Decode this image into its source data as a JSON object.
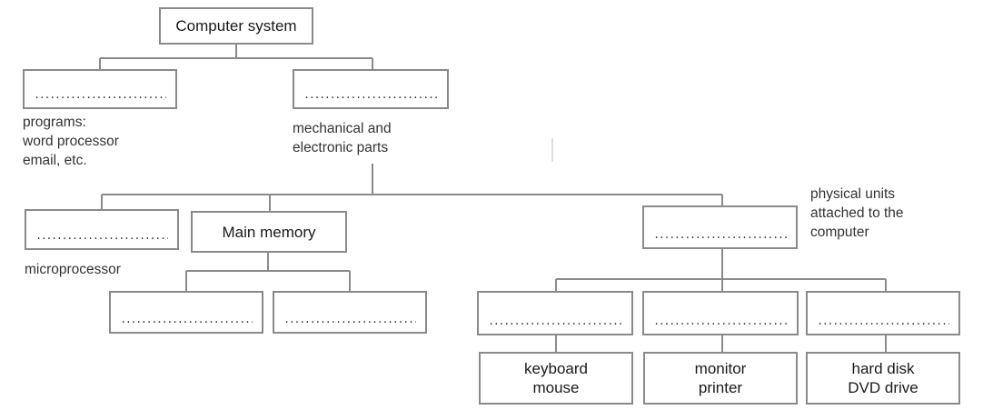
{
  "root": {
    "label": "Computer system"
  },
  "blank_fill": "..............................",
  "notes": {
    "software": [
      "programs:",
      "word processor",
      "email, etc."
    ],
    "hardware": [
      "mechanical and",
      "electronic parts"
    ],
    "peripherals": [
      "physical units",
      "attached to the",
      "computer"
    ],
    "cpu": [
      "microprocessor"
    ]
  },
  "boxes": {
    "main_memory": "Main memory",
    "input_devices": [
      "keyboard",
      "mouse"
    ],
    "output_devices": [
      "monitor",
      "printer"
    ],
    "storage_devices": [
      "hard disk",
      "DVD drive"
    ]
  },
  "colors": {
    "line": "#8a8a8a",
    "box_border": "#8a8a8a",
    "text": "#1a1a1a"
  }
}
